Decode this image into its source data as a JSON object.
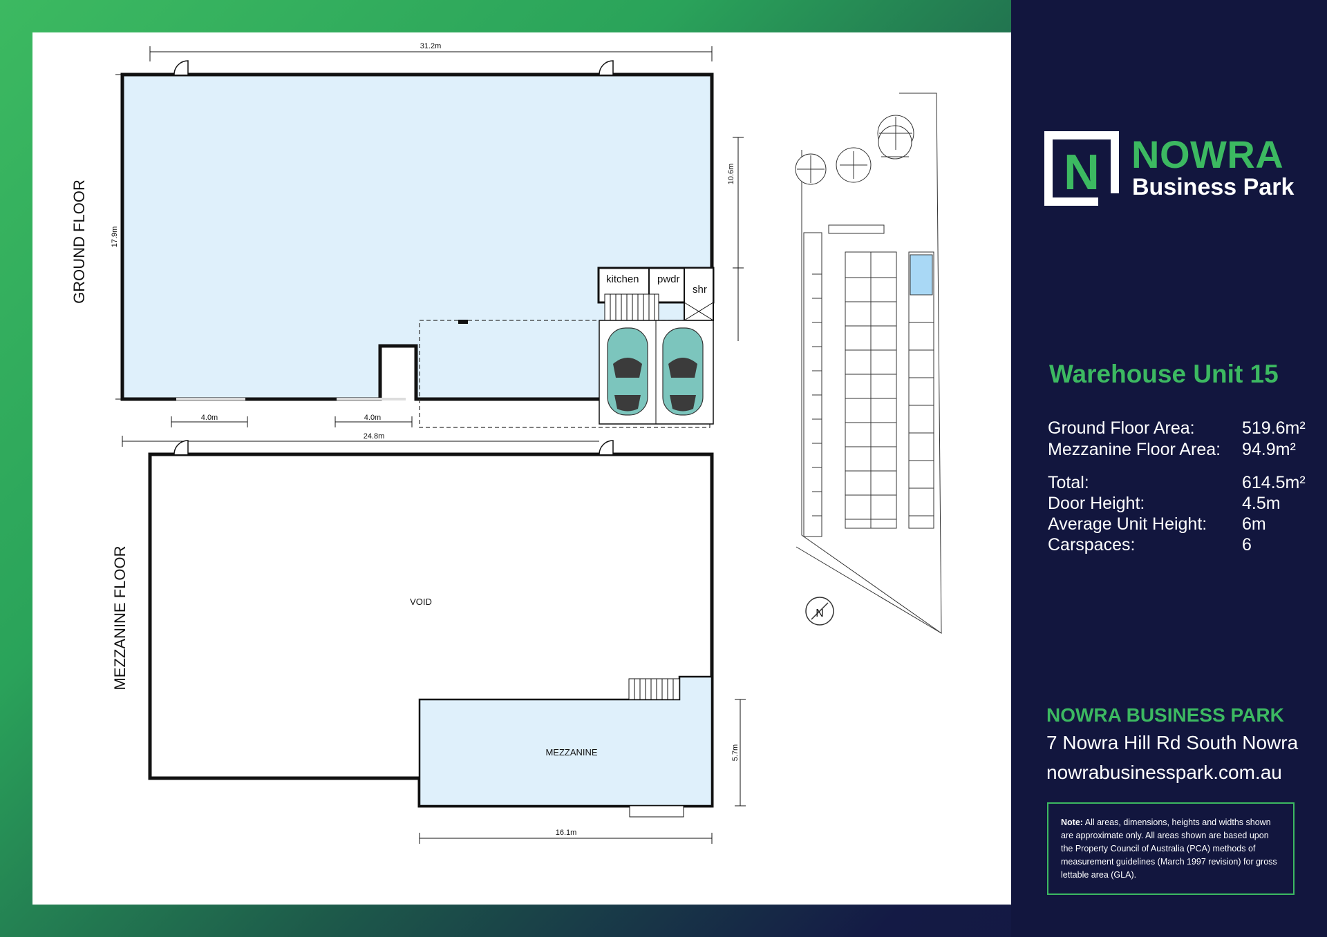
{
  "colors": {
    "brand_green": "#3cb961",
    "panel_navy": "#12163e",
    "floor_fill": "#dff0fb",
    "car_teal": "#7cc5bd",
    "pool_blue": "#a9d8f5"
  },
  "brand": {
    "logo_letter": "N",
    "name_line1": "NOWRA",
    "name_line2": "Business Park"
  },
  "unit": {
    "title": "Warehouse Unit 15",
    "specs": [
      {
        "label": "Ground Floor Area:",
        "value": "519.6m²"
      },
      {
        "label": "Mezzanine Floor Area:",
        "value": "94.9m²"
      },
      {
        "label": "Total:",
        "value": "614.5m²"
      },
      {
        "label": "Door Height:",
        "value": "4.5m"
      },
      {
        "label": "Average Unit Height:",
        "value": "6m"
      },
      {
        "label": "Carspaces:",
        "value": "6"
      }
    ]
  },
  "contact": {
    "park_name": "NOWRA BUSINESS PARK",
    "address": "7 Nowra Hill Rd South Nowra",
    "website": "nowrabusinesspark.com.au"
  },
  "note": {
    "label": "Note:",
    "text": " All areas, dimensions, heights and widths shown are approximate only. All areas shown are based upon the Property Council of Australia (PCA) methods of measurement guidelines (March 1997 revision) for gross lettable area (GLA)."
  },
  "plan": {
    "ground_floor_label": "GROUND FLOOR",
    "mezzanine_floor_label": "MEZZANINE FLOOR",
    "dims": {
      "ground_width": "31.2m",
      "ground_height": "17.9m",
      "right_height": "10.6m",
      "door_1": "4.0m",
      "door_2": "4.0m",
      "mezz_floor_width": "24.8m",
      "mezz_height": "5.7m",
      "mezz_width": "16.1m"
    },
    "rooms": {
      "kitchen": "kitchen",
      "pwdr": "pwdr",
      "shr": "shr",
      "void": "VOID",
      "mezzanine": "MEZZANINE"
    },
    "north_label": "N"
  }
}
